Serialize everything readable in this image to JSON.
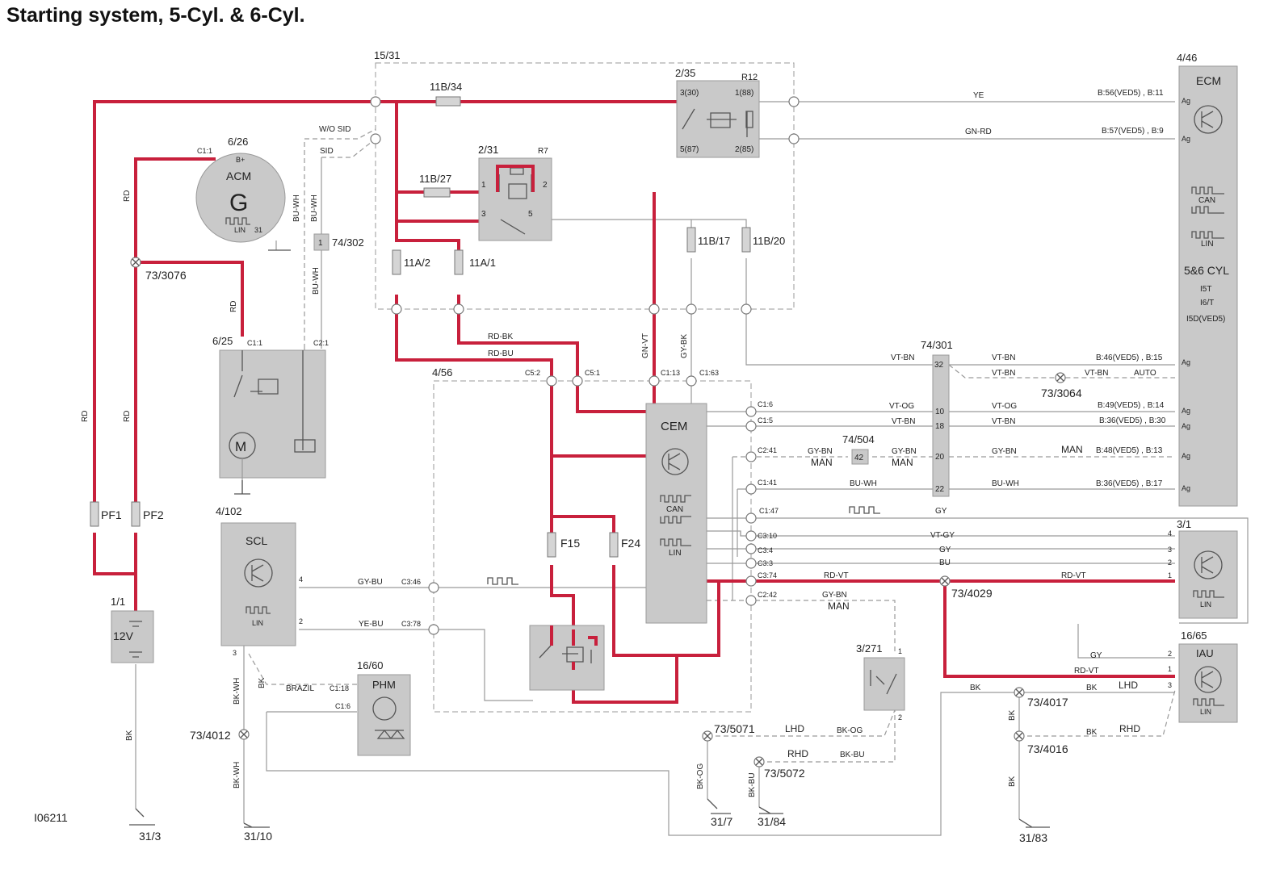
{
  "title": "Starting system, 5-Cyl. & 6-Cyl.",
  "image_code": "I06211",
  "colors": {
    "power_wire": "#c8203c",
    "signal_wire": "#9a9a9a",
    "component_fill": "#c9c9c9"
  },
  "components": {
    "c15_31": {
      "id": "15/31"
    },
    "relay_2_35": {
      "id": "2/35",
      "name": "R12",
      "pins": [
        "3(30)",
        "1(88)",
        "5(87)",
        "2(85)"
      ]
    },
    "relay_2_31": {
      "id": "2/31",
      "name": "R7",
      "pins": [
        "1",
        "2",
        "3",
        "5"
      ]
    },
    "acm": {
      "id": "6/26",
      "name": "ACM",
      "glyph": "G",
      "bplus": "B+",
      "c1_1": "C1:1",
      "lin": "LIN",
      "pin31": "31"
    },
    "starter": {
      "id": "6/25",
      "c1_1": "C1:1",
      "c2_1": "C2:1",
      "motor": "M"
    },
    "scl": {
      "id": "4/102",
      "name": "SCL",
      "lin": "LIN",
      "pins": [
        "4",
        "2",
        "3"
      ]
    },
    "battery": {
      "id": "1/1",
      "label": "12V"
    },
    "phm": {
      "id": "16/60",
      "name": "PHM",
      "c1_18": "C1:18",
      "c1_6": "C1:6"
    },
    "cem_box": {
      "id": "4/56"
    },
    "cem": {
      "name": "CEM",
      "can": "CAN",
      "lin": "LIN"
    },
    "ecm": {
      "id": "4/46",
      "name": "ECM",
      "can": "CAN",
      "lin": "LIN",
      "variant": "5&6 CYL",
      "engines": [
        "I5T",
        "I6/T",
        "I5D(VED5)"
      ]
    },
    "conn_74_301": {
      "id": "74/301",
      "pins": [
        "32",
        "10",
        "18",
        "20",
        "22"
      ]
    },
    "conn_74_504": {
      "id": "74/504",
      "pin": "42"
    },
    "conn_74_302": {
      "id": "74/302",
      "pin": "1"
    },
    "c3_1": {
      "id": "3/1",
      "lin": "LIN",
      "pins": [
        "4",
        "3",
        "2",
        "1"
      ]
    },
    "iau": {
      "id": "16/65",
      "name": "IAU",
      "lin": "LIN",
      "pins": [
        "2",
        "1",
        "3"
      ]
    },
    "c3_271": {
      "id": "3/271",
      "pins": [
        "1",
        "2"
      ]
    }
  },
  "fuses": [
    {
      "id": "11B/34"
    },
    {
      "id": "11B/27"
    },
    {
      "id": "11A/2"
    },
    {
      "id": "11A/1"
    },
    {
      "id": "11B/17"
    },
    {
      "id": "11B/20"
    },
    {
      "id": "PF1"
    },
    {
      "id": "PF2"
    },
    {
      "id": "F15"
    },
    {
      "id": "F24"
    }
  ],
  "splices": [
    "73/3076",
    "73/3064",
    "73/4029",
    "73/4017",
    "73/4016",
    "73/4012",
    "73/5071",
    "73/5072"
  ],
  "grounds": [
    "31/3",
    "31/10",
    "31/7",
    "31/84",
    "31/83"
  ],
  "wire_colors": [
    "RD",
    "YE",
    "GN-RD",
    "BU-WH",
    "RD-BK",
    "RD-BU",
    "GN-VT",
    "GY-BK",
    "VT-BN",
    "VT-OG",
    "GY-BN",
    "GY",
    "VT-GY",
    "BU",
    "RD-VT",
    "GY-BU",
    "YE-BU",
    "BK-WH",
    "BK",
    "BK-OG",
    "BK-BU"
  ],
  "cem_pins": [
    "C5:2",
    "C5:1",
    "C1:13",
    "C1:63",
    "C1:6",
    "C1:5",
    "C2:41",
    "C1:41",
    "C1:47",
    "C3:10",
    "C3:4",
    "C3:3",
    "C3:74",
    "C2:42",
    "C3:46",
    "C3:78"
  ],
  "ecm_pins": [
    "B:56(VED5) , B:11",
    "B:57(VED5) , B:9",
    "B:46(VED5) , B:15",
    "B:49(VED5) , B:14",
    "B:36(VED5) , B:30",
    "B:48(VED5) , B:13",
    "B:36(VED5) , B:17"
  ],
  "ecm_pin_ag": "Ag",
  "notes": {
    "wo_sid": "W/O SID",
    "sid": "SID",
    "man": "MAN",
    "auto": "AUTO",
    "lhd": "LHD",
    "rhd": "RHD",
    "brazil": "BRAZIL"
  }
}
